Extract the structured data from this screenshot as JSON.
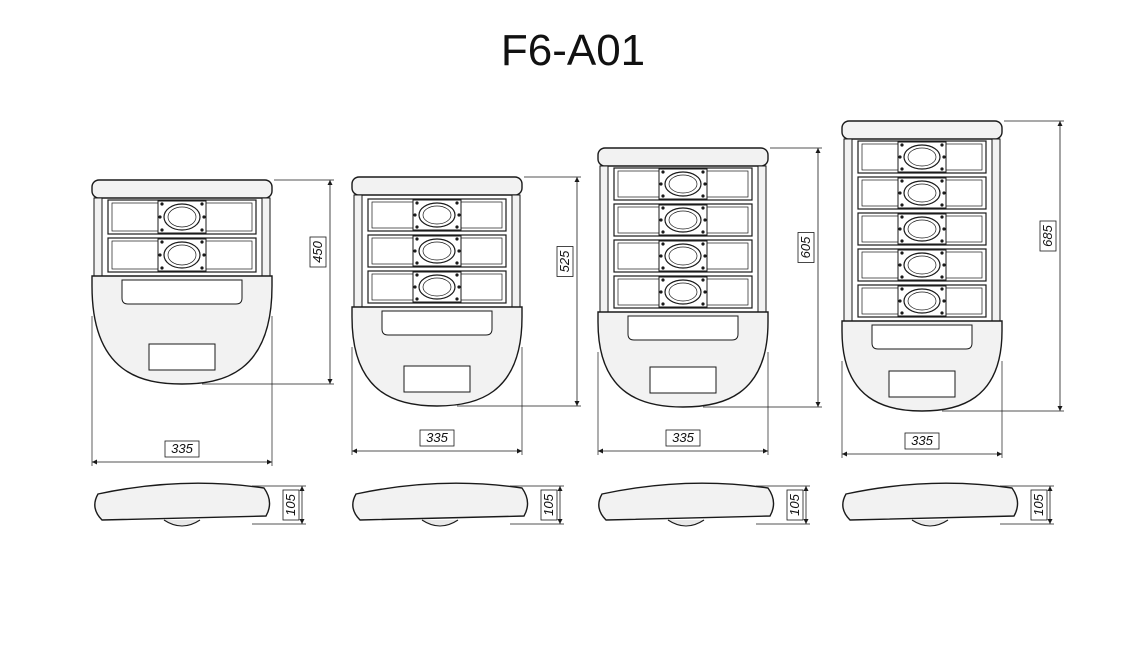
{
  "title": "F6-A01",
  "colors": {
    "line": "#1a1a1a",
    "body": "#f2f2f2",
    "background": "#ffffff"
  },
  "variants": [
    {
      "modules": 2,
      "width_label": "335",
      "height_label": "450",
      "depth_label": "105"
    },
    {
      "modules": 3,
      "width_label": "335",
      "height_label": "525",
      "depth_label": "105"
    },
    {
      "modules": 4,
      "width_label": "335",
      "height_label": "605",
      "depth_label": "105"
    },
    {
      "modules": 5,
      "width_label": "335",
      "height_label": "685",
      "depth_label": "105"
    }
  ]
}
